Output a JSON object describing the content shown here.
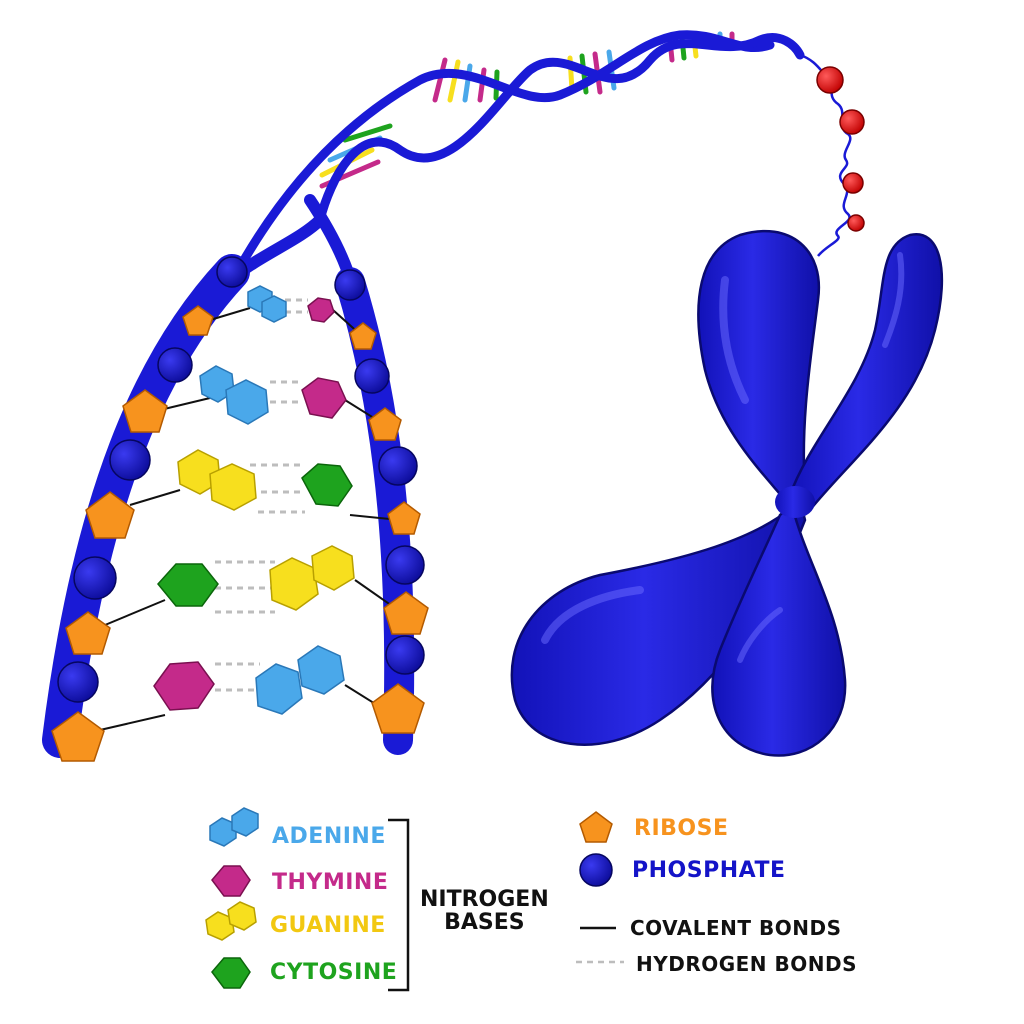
{
  "colors": {
    "adenine": "#4aa8ea",
    "thymine": "#c42a8a",
    "guanine": "#f7df1e",
    "cytosine": "#1ea31e",
    "ribose": "#f7931e",
    "phosphate": "#1414c8",
    "backbone": "#1a1ad6",
    "chromosome": "#1a1ad6",
    "histone": "#e01010"
  },
  "legend": {
    "nitrogen_bases": [
      {
        "label": "ADENINE",
        "icon": "adenine-icon"
      },
      {
        "label": "THYMINE",
        "icon": "thymine-icon"
      },
      {
        "label": "GUANINE",
        "icon": "guanine-icon"
      },
      {
        "label": "CYTOSINE",
        "icon": "cytosine-icon"
      }
    ],
    "group_label_line1": "NITROGEN",
    "group_label_line2": "BASES",
    "ribose": "RIBOSE",
    "phosphate": "PHOSPHATE",
    "covalent_bonds": "COVALENT BONDS",
    "hydrogen_bonds": "HYDROGEN BONDS"
  }
}
